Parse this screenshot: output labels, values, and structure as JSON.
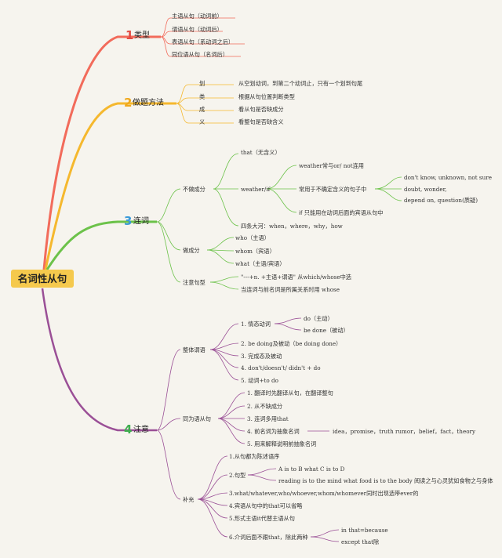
{
  "root": "名词性从句",
  "b1": {
    "num": "1",
    "label": "类型",
    "color": "#f26b5b",
    "items": [
      "主语从句（动词前）",
      "谓语从句（动词后）",
      "表语从句（系动词之后）",
      "同位语从句（名词后）"
    ]
  },
  "b2": {
    "num": "2",
    "label": "做题方法",
    "color": "#f5b82e",
    "items": [
      {
        "k": "划",
        "v": "从空划动词，到第二个动词止，只有一个划到句尾"
      },
      {
        "k": "类",
        "v": "根据从句位置判断类型"
      },
      {
        "k": "成",
        "v": "看从句是否缺成分"
      },
      {
        "k": "义",
        "v": "看整句是否缺含义"
      }
    ]
  },
  "b3": {
    "num": "3",
    "label": "连词",
    "color": "#6cc24a",
    "g1": {
      "label": "不做成分",
      "that": "that（无含义）",
      "wi": "weather/if",
      "w1": "weather常与or/ not连用",
      "w2": "常用于不确定含义的句子中",
      "w2c": [
        "don't know, unknown, not sure",
        "doubt, wonder,",
        "depend on, question(质疑)"
      ],
      "w3": "if 只能用在动词后面的宾语从句中",
      "four": "四条大河：when，where，why，how"
    },
    "g2": {
      "label": "做成分",
      "items": [
        "who（主语）",
        "whom（宾语）",
        "what（主语/宾语）"
      ]
    },
    "g3": {
      "label": "注意句型",
      "items": [
        "\"---+n. +主语+谓语\" 从which/whose中选",
        "当连词与前名词是所属关系时用 whose"
      ]
    }
  },
  "b4": {
    "num": "4",
    "label": "注意",
    "color": "#9a4f96",
    "g1": {
      "label": "整体谓语",
      "m": "1. 情态动词",
      "mc": [
        "do（主动）",
        "be done（被动）"
      ],
      "items": [
        "2. be doing及被动（be doing done）",
        "3. 完成态及被动",
        "4. don't/doesn't/ didn't + do",
        "5. 动词+to do"
      ]
    },
    "g2": {
      "label": "同为语从句",
      "items": [
        "1. 翻译时先翻译从句，在翻译整句",
        "2. 从不缺成分",
        "3. 连词多用that",
        "4. 前名词为抽象名词",
        "5. 用来解释说明前抽象名词"
      ],
      "ex": "idea，promise，truth rumor，belief，fact，theory"
    },
    "g3": {
      "label": "补充",
      "i1": "1.从句都为陈述语序",
      "i2": "2.句型",
      "i2c": [
        "A is to B what C is to D",
        "reading is to the mind what food is to the body 阅读之与心灵犹如食物之与身体"
      ],
      "i3": "3.what/whatever,who/whoever,whom/whomever同时出现选带ever的",
      "i4": "4.宾语从句中的that可以省略",
      "i5": "5.形式主语it代替主语从句",
      "i6": "6.介词后面不跟that，除此两种",
      "i6c": [
        "in that=because",
        "except that除"
      ]
    }
  }
}
